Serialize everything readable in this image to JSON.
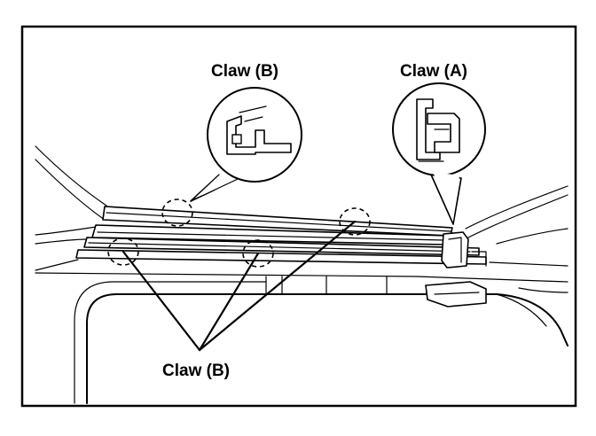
{
  "labels": {
    "claw_b_top": "Claw (B)",
    "claw_a": "Claw (A)",
    "claw_b_bottom": "Claw (B)"
  },
  "colors": {
    "ink": "#000000",
    "paper": "#ffffff"
  }
}
